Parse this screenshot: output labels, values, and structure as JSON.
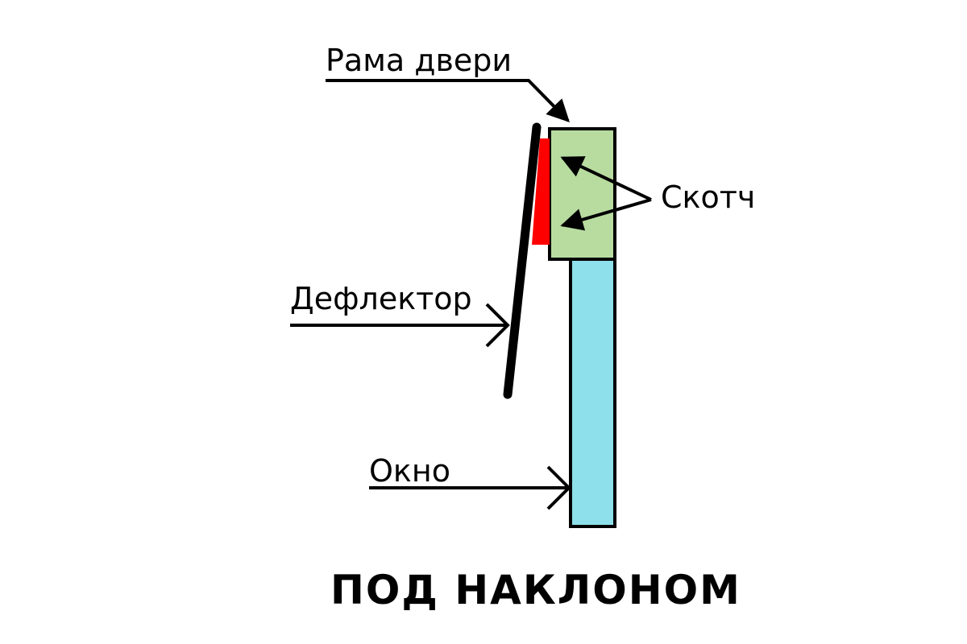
{
  "labels": {
    "door_frame": "Рама двери",
    "tape": "Скотч",
    "deflector": "Дефлектор",
    "window": "Окно"
  },
  "caption": "ПОД НАКЛОНОМ",
  "colors": {
    "door_frame": "#b8dca0",
    "window": "#8ee0ea",
    "tape": "#ff0000",
    "deflector": "#000000",
    "stroke": "#000000"
  }
}
